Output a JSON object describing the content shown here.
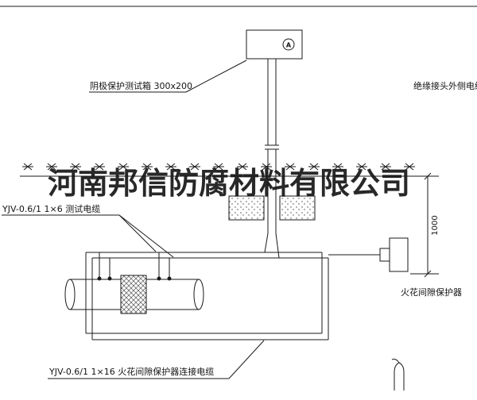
{
  "colors": {
    "line": "#1a1a1a",
    "background": "#ffffff",
    "watermark": "#161616"
  },
  "watermark": "河南邦信防腐材料有限公司",
  "labels": {
    "test_box": "阴极保护测试箱 300x200",
    "insulation_joint_cable": "绝缘接头外侧电缆",
    "test_cable": "YJV-0.6/1 1×6  测试电缆",
    "spark_gap_protector": "火花间隙保护器",
    "connection_cable": "YJV-0.6/1 1×16  火花间隙保护器连接电缆",
    "meter_letter": "A",
    "dimension_height": "1000"
  }
}
